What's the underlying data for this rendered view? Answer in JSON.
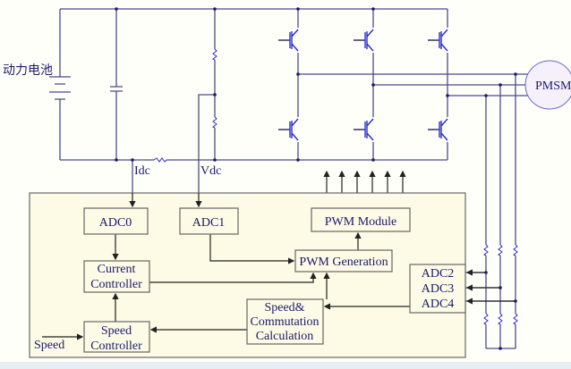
{
  "battery_label": "动力电池",
  "signals": {
    "idc": "Idc",
    "vdc": "Vdc",
    "speed": "Speed"
  },
  "motor": "PMSM",
  "blocks": {
    "adc0": "ADC0",
    "adc1": "ADC1",
    "pwm_module": "PWM Module",
    "pwm_generation": "PWM Generation",
    "current_controller": [
      "Current",
      "Controller"
    ],
    "speed_controller": [
      "Speed",
      "Controller"
    ],
    "speed_commutation": [
      "Speed&",
      "Commutation",
      "Calculation"
    ],
    "adc_group": [
      "ADC2",
      "ADC3",
      "ADC4"
    ]
  },
  "colors": {
    "wire": "#4a4a8c",
    "controller_bg": "#fdfbe6",
    "text": "#1a1a6a"
  }
}
